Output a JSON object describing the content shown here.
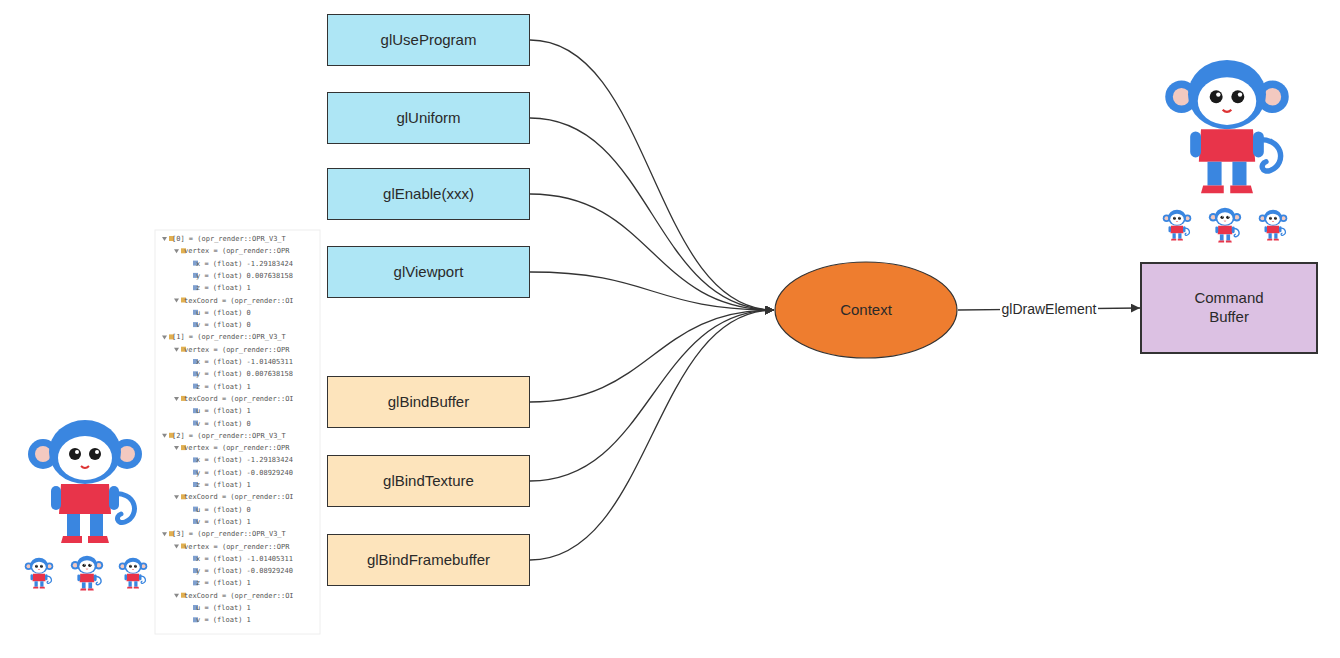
{
  "diagram": {
    "nodes": [
      {
        "text": [
          "glUseProgram"
        ]
      },
      {
        "text": [
          "glUniform"
        ]
      },
      {
        "text": [
          "glEnable(xxx)"
        ]
      },
      {
        "text": [
          "glViewport"
        ]
      },
      {
        "text": [
          "glBindBuffer"
        ]
      },
      {
        "text": [
          "glBindTexture"
        ]
      },
      {
        "text": [
          "glBindFramebuffer"
        ]
      },
      {
        "text": [
          "Context"
        ]
      },
      {
        "text": [
          "Command Buffer"
        ]
      }
    ],
    "edges": [
      {
        "from": 0,
        "to": 7,
        "arrow": "to"
      },
      {
        "from": 1,
        "to": 7,
        "arrow": "to"
      },
      {
        "from": 2,
        "to": 7,
        "arrow": "to"
      },
      {
        "from": 3,
        "to": 7,
        "arrow": "to"
      },
      {
        "from": 4,
        "to": 7,
        "arrow": "to"
      },
      {
        "from": 5,
        "to": 7,
        "arrow": "to"
      },
      {
        "from": 6,
        "to": 7,
        "arrow": "to"
      },
      {
        "from": 7,
        "to": 8,
        "label": "glDrawElement",
        "arrow": "to"
      }
    ],
    "labels": [
      "[0] = (opr_render::OPR_V3_T",
      "vertex = (opr_render::OPR",
      "x = (float) -1.29183424",
      "y = (float) 0.007638158",
      "z = (float) 1",
      "texCoord = (opr_render::OI",
      "u = (float) 0",
      "v = (float) 0",
      "[1] = (opr_render::OPR_V3_T",
      "vertex = (opr_render::OPR",
      "x = (float) -1.01405311",
      "y = (float) 0.007638158",
      "z = (float) 1",
      "texCoord = (opr_render::OI",
      "u = (float) 1",
      "v = (float) 0",
      "[2] = (opr_render::OPR_V3_T",
      "vertex = (opr_render::OPR",
      "x = (float) -1.29183424",
      "y = (float) -0.08929240",
      "z = (float) 1",
      "texCoord = (opr_render::OI",
      "u = (float) 0",
      "v = (float) 1",
      "[3] = (opr_render::OPR_V3_T",
      "vertex = (opr_render::OPR",
      "x = (float) -1.01405311",
      "y = (float) -0.08929240",
      "z = (float) 1",
      "texCoord = (opr_render::OI",
      "u = (float) 1",
      "v = (float) 1"
    ]
  }
}
